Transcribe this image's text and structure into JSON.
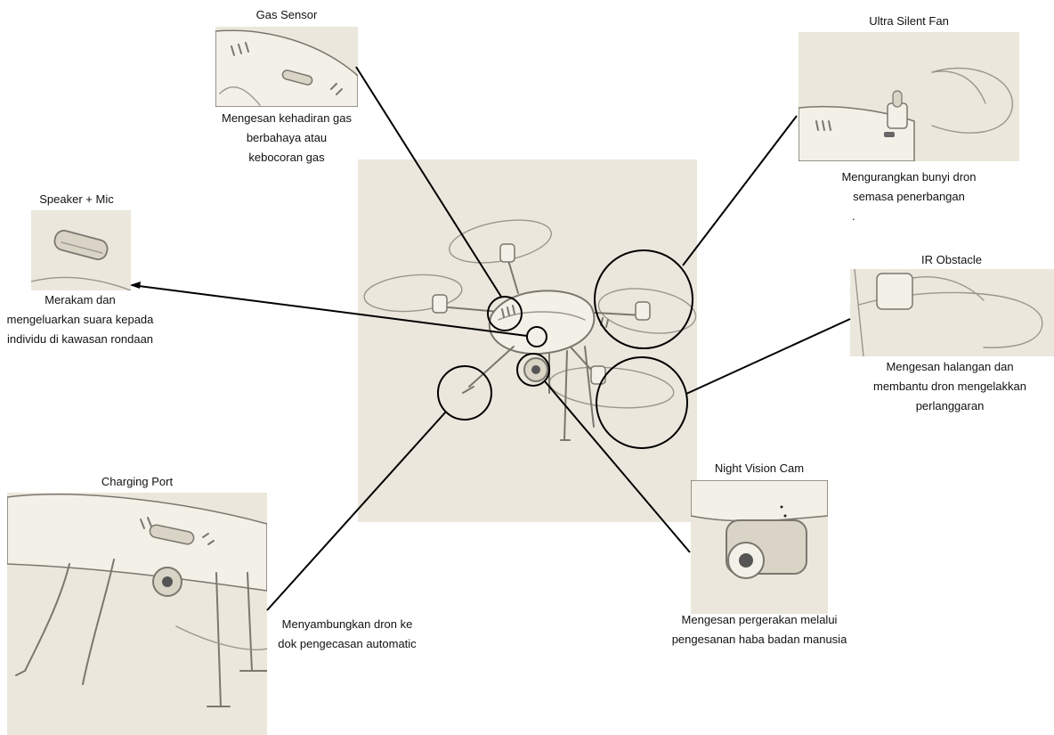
{
  "center_image": {
    "icon": "quadcopter-drone-sketch"
  },
  "components": [
    {
      "id": "gas-sensor",
      "title": "Gas Sensor",
      "description": [
        "Mengesan kehadiran gas",
        "berbahaya atau",
        "kebocoran gas"
      ]
    },
    {
      "id": "ultra-silent-fan",
      "title": "Ultra Silent Fan",
      "description": [
        "Mengurangkan bunyi dron",
        "semasa penerbangan",
        "."
      ]
    },
    {
      "id": "speaker-mic",
      "title": "Speaker + Mic",
      "description": [
        "Merakam dan",
        "mengeluarkan suara kepada",
        "individu di kawasan rondaan"
      ]
    },
    {
      "id": "ir-obstacle",
      "title": "IR Obstacle",
      "description": [
        "Mengesan halangan dan",
        "membantu dron mengelakkan",
        "perlanggaran"
      ]
    },
    {
      "id": "charging-port",
      "title": "Charging Port",
      "description": [
        "Menyambungkan dron ke",
        "dok pengecasan automatic"
      ]
    },
    {
      "id": "night-vision-cam",
      "title": "Night Vision Cam",
      "description": [
        "Mengesan pergerakan melalui",
        "pengesanan haba badan manusia"
      ]
    }
  ],
  "colors": {
    "photo_bg": "#ebe7dc",
    "line": "#000000",
    "sketch": "#7a776e"
  }
}
